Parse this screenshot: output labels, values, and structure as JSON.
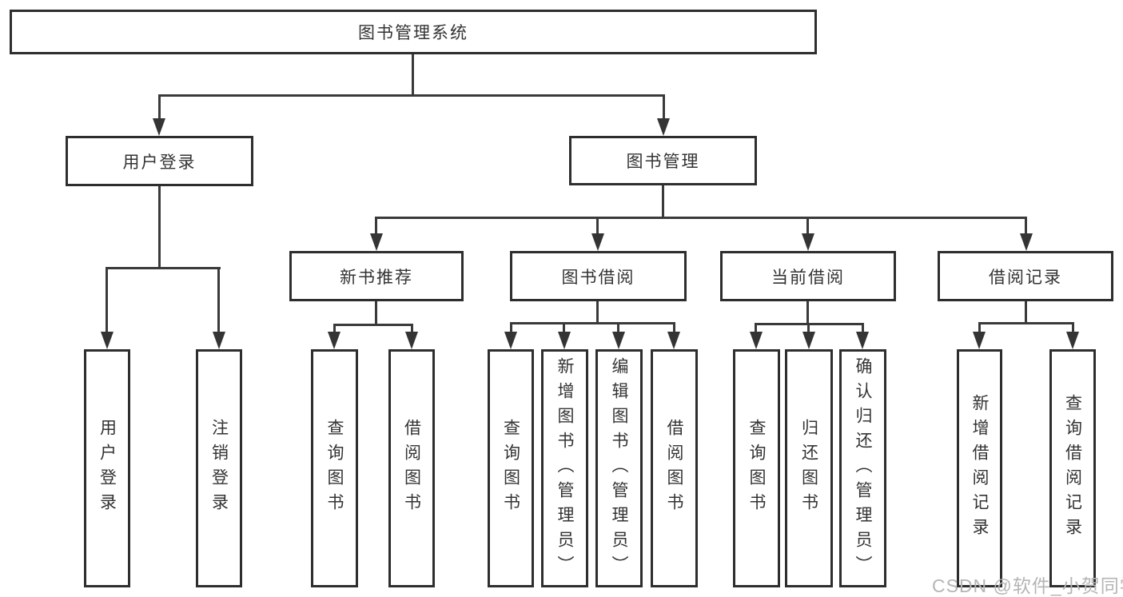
{
  "diagram_type": "hierarchy-tree",
  "nodes": {
    "root": "图书管理系统",
    "user_login": "用户登录",
    "book_mgmt": "图书管理",
    "new_book_rec": "新书推荐",
    "book_borrow": "图书借阅",
    "current_borrow": "当前借阅",
    "borrow_records": "借阅记录",
    "leaf_user_login": "用户登录",
    "leaf_logout": "注销登录",
    "leaf_query_book_rec": "查询图书",
    "leaf_borrow_book_rec": "借阅图书",
    "leaf_query_book_borrow": "查询图书",
    "leaf_add_book": "新增图书（管理员）",
    "leaf_edit_book": "编辑图书（管理员）",
    "leaf_borrow_book_borrow": "借阅图书",
    "leaf_query_book_current": "查询图书",
    "leaf_return_book": "归还图书",
    "leaf_confirm_return": "确认归还（管理员）",
    "leaf_add_borrow_record": "新增借阅记录",
    "leaf_query_borrow_record": "查询借阅记录"
  },
  "hierarchy": {
    "图书管理系统": [
      "用户登录",
      "图书管理"
    ],
    "用户登录": [
      "用户登录",
      "注销登录"
    ],
    "图书管理": [
      "新书推荐",
      "图书借阅",
      "当前借阅",
      "借阅记录"
    ],
    "新书推荐": [
      "查询图书",
      "借阅图书"
    ],
    "图书借阅": [
      "查询图书",
      "新增图书（管理员）",
      "编辑图书（管理员）",
      "借阅图书"
    ],
    "当前借阅": [
      "查询图书",
      "归还图书",
      "确认归还（管理员）"
    ],
    "借阅记录": [
      "新增借阅记录",
      "查询借阅记录"
    ]
  },
  "watermark": "CSDN @软件_小贺同学",
  "colors": {
    "background": "#ffffff",
    "box_border": "#2e2e2e",
    "line": "#3a3a3a",
    "text": "#333333",
    "watermark": "#b5b5b5"
  }
}
